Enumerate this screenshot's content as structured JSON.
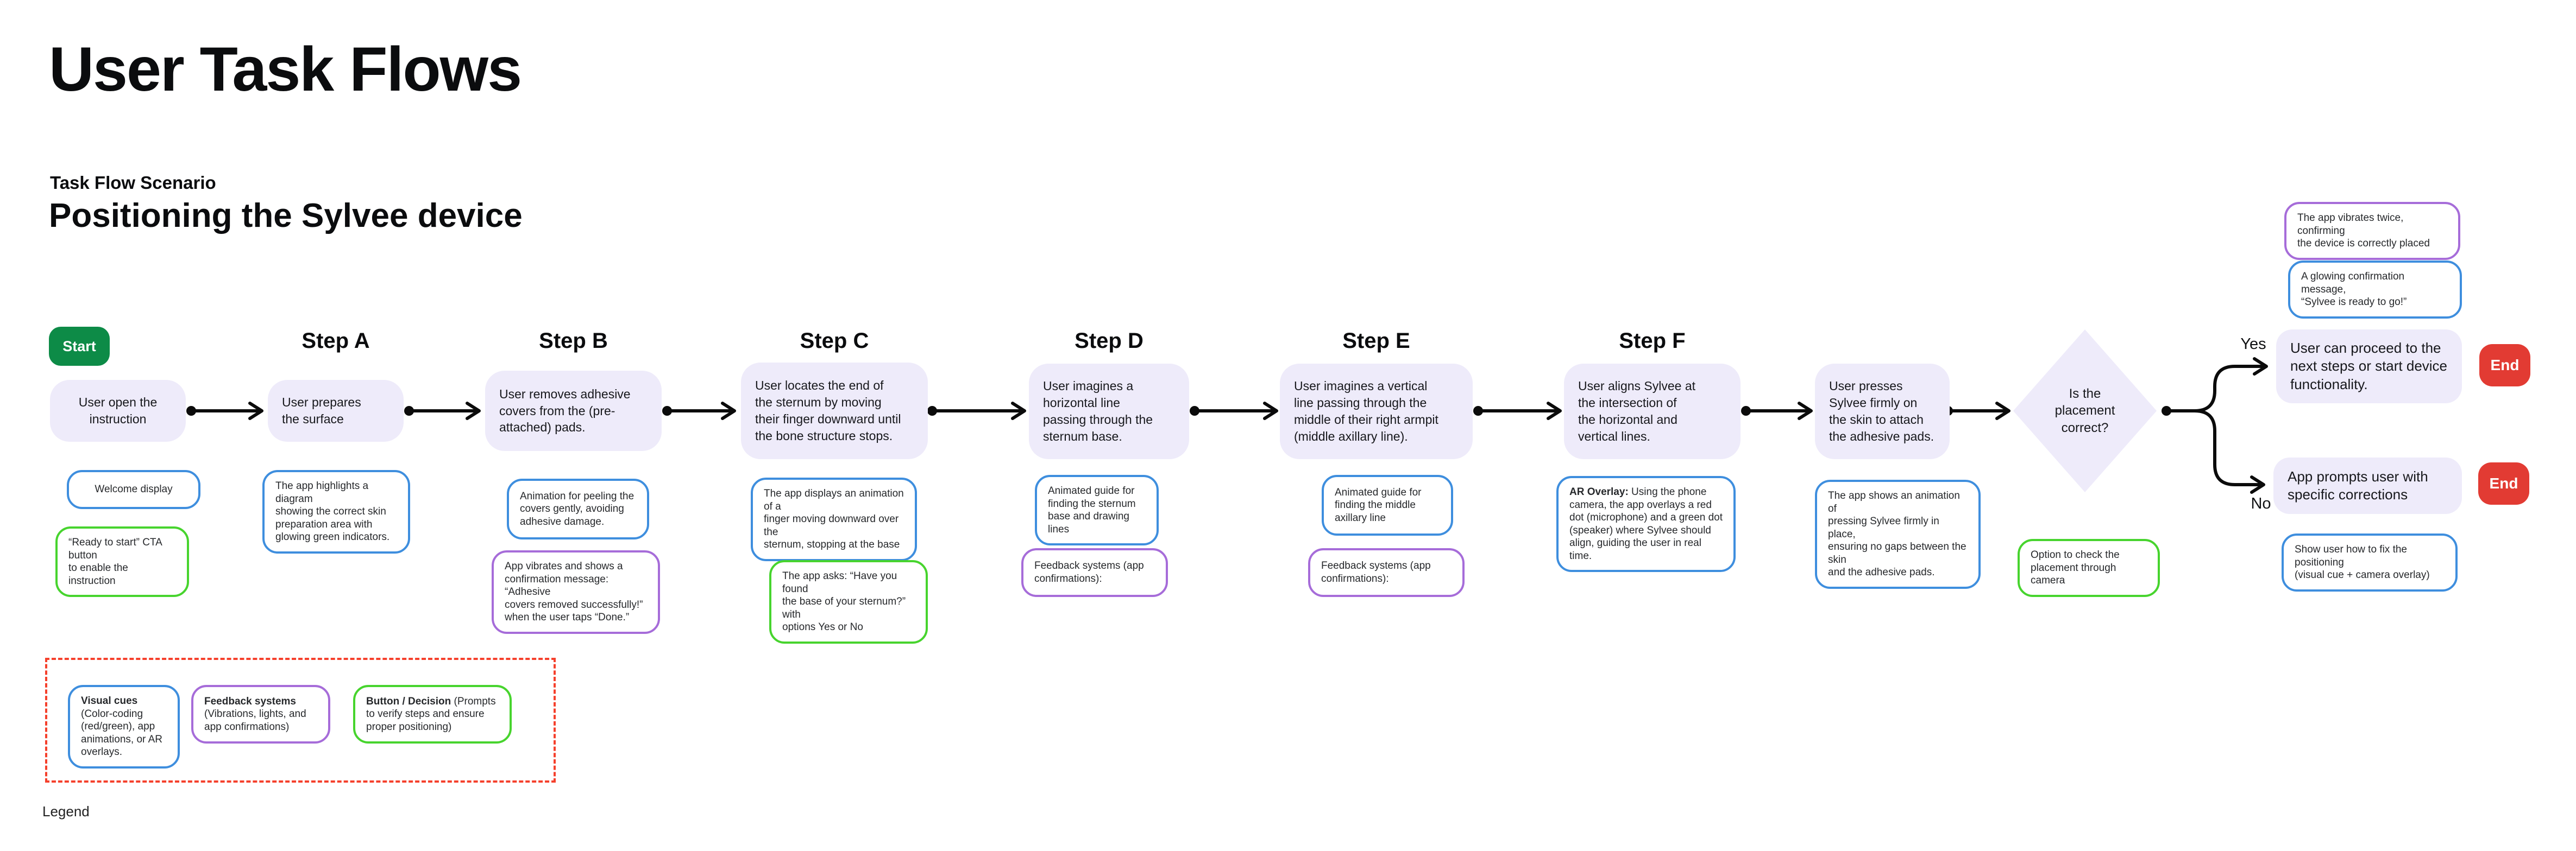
{
  "palette": {
    "lavender": "#EEEBFA",
    "blue_stroke": "#3E8EDE",
    "green_stroke": "#47D42E",
    "purple_stroke": "#A66CD9",
    "start_green": "#0D8B47",
    "end_red": "#E23B33",
    "legend_dash_red": "#F5402C"
  },
  "header": {
    "title": "User Task Flows",
    "scenario_label": "Task Flow Scenario",
    "scenario_title": "Positioning the Sylvee device"
  },
  "flow": {
    "start_label": "Start",
    "end_label": "End",
    "yes_label": "Yes",
    "no_label": "No",
    "nodes": [
      {
        "heading": "",
        "text": "User open the\ninstruction"
      },
      {
        "heading": "Step A",
        "text": "User prepares\nthe surface"
      },
      {
        "heading": "Step B",
        "text": "User removes adhesive\ncovers from the (pre-\nattached) pads."
      },
      {
        "heading": "Step C",
        "text": "User locates the end of\nthe sternum by moving\ntheir finger downward until\nthe bone structure stops."
      },
      {
        "heading": "Step D",
        "text": "User imagines a\nhorizontal line\npassing through the\nsternum base."
      },
      {
        "heading": "Step E",
        "text": "User imagines a vertical\nline passing through the\nmiddle of their right armpit\n(middle axillary line)."
      },
      {
        "heading": "Step F",
        "text": "User aligns Sylvee at\nthe intersection of\nthe horizontal and\nvertical lines."
      },
      {
        "heading": "",
        "text": "User presses\nSylvee firmly on\nthe skin to attach\nthe adhesive pads."
      }
    ],
    "decision": "Is the\nplacement\ncorrect?",
    "yes_outcome": "User can proceed to the\nnext steps or start device\nfunctionality.",
    "no_outcome": "App prompts user with\nspecific corrections"
  },
  "annotations": {
    "welcome": "Welcome display",
    "ready_cta": "“Ready to start” CTA button\nto enable the instruction",
    "step_a_visual": "The app highlights a diagram\nshowing the correct skin\npreparation area with\nglowing green indicators.",
    "step_b_visual": "Animation for peeling the\ncovers gently, avoiding\nadhesive damage.",
    "step_b_feedback": "App vibrates and shows a\nconfirmation message: “Adhesive\ncovers removed successfully!”\nwhen the user taps “Done.”",
    "step_c_visual": "The app displays an animation of a\nfinger moving downward over the\nsternum, stopping at the base",
    "step_c_prompt": "The app asks: “Have you found\nthe base of your sternum?” with\noptions Yes or No",
    "step_d_visual": "Animated guide for\nfinding the sternum\nbase and drawing lines",
    "step_d_feedback": "Feedback systems (app\nconfirmations):",
    "step_e_visual": "Animated guide for\nfinding the middle\naxillary line",
    "step_e_feedback": "Feedback systems (app\nconfirmations):",
    "step_f_ar_lead": "AR Overlay:",
    "step_f_ar_rest": " Using the phone camera, the app overlays a red dot (microphone) and a green dot (speaker) where Sylvee should align, guiding the user in real time.",
    "press_visual": "The app shows an animation of\npressing Sylvee firmly in place,\nensuring no gaps between the skin\nand the adhesive pads.",
    "decision_check": "Option to check the\nplacement through camera",
    "confirm_vibration": "The app vibrates twice, confirming\nthe device is correctly placed",
    "confirm_message": "A glowing confirmation message,\n“Sylvee is ready to go!”",
    "fix_positioning": "Show user how to fix the positioning\n(visual cue + camera overlay)"
  },
  "legend": {
    "label": "Legend",
    "items": [
      {
        "lead": "Visual cues",
        "rest": " (Color-coding (red/green), app animations, or AR overlays."
      },
      {
        "lead": "Feedback systems",
        "rest": " (Vibrations, lights, and app confirmations)"
      },
      {
        "lead": "Button / Decision",
        "rest": " (Prompts to verify steps and ensure proper positioning)"
      }
    ]
  }
}
